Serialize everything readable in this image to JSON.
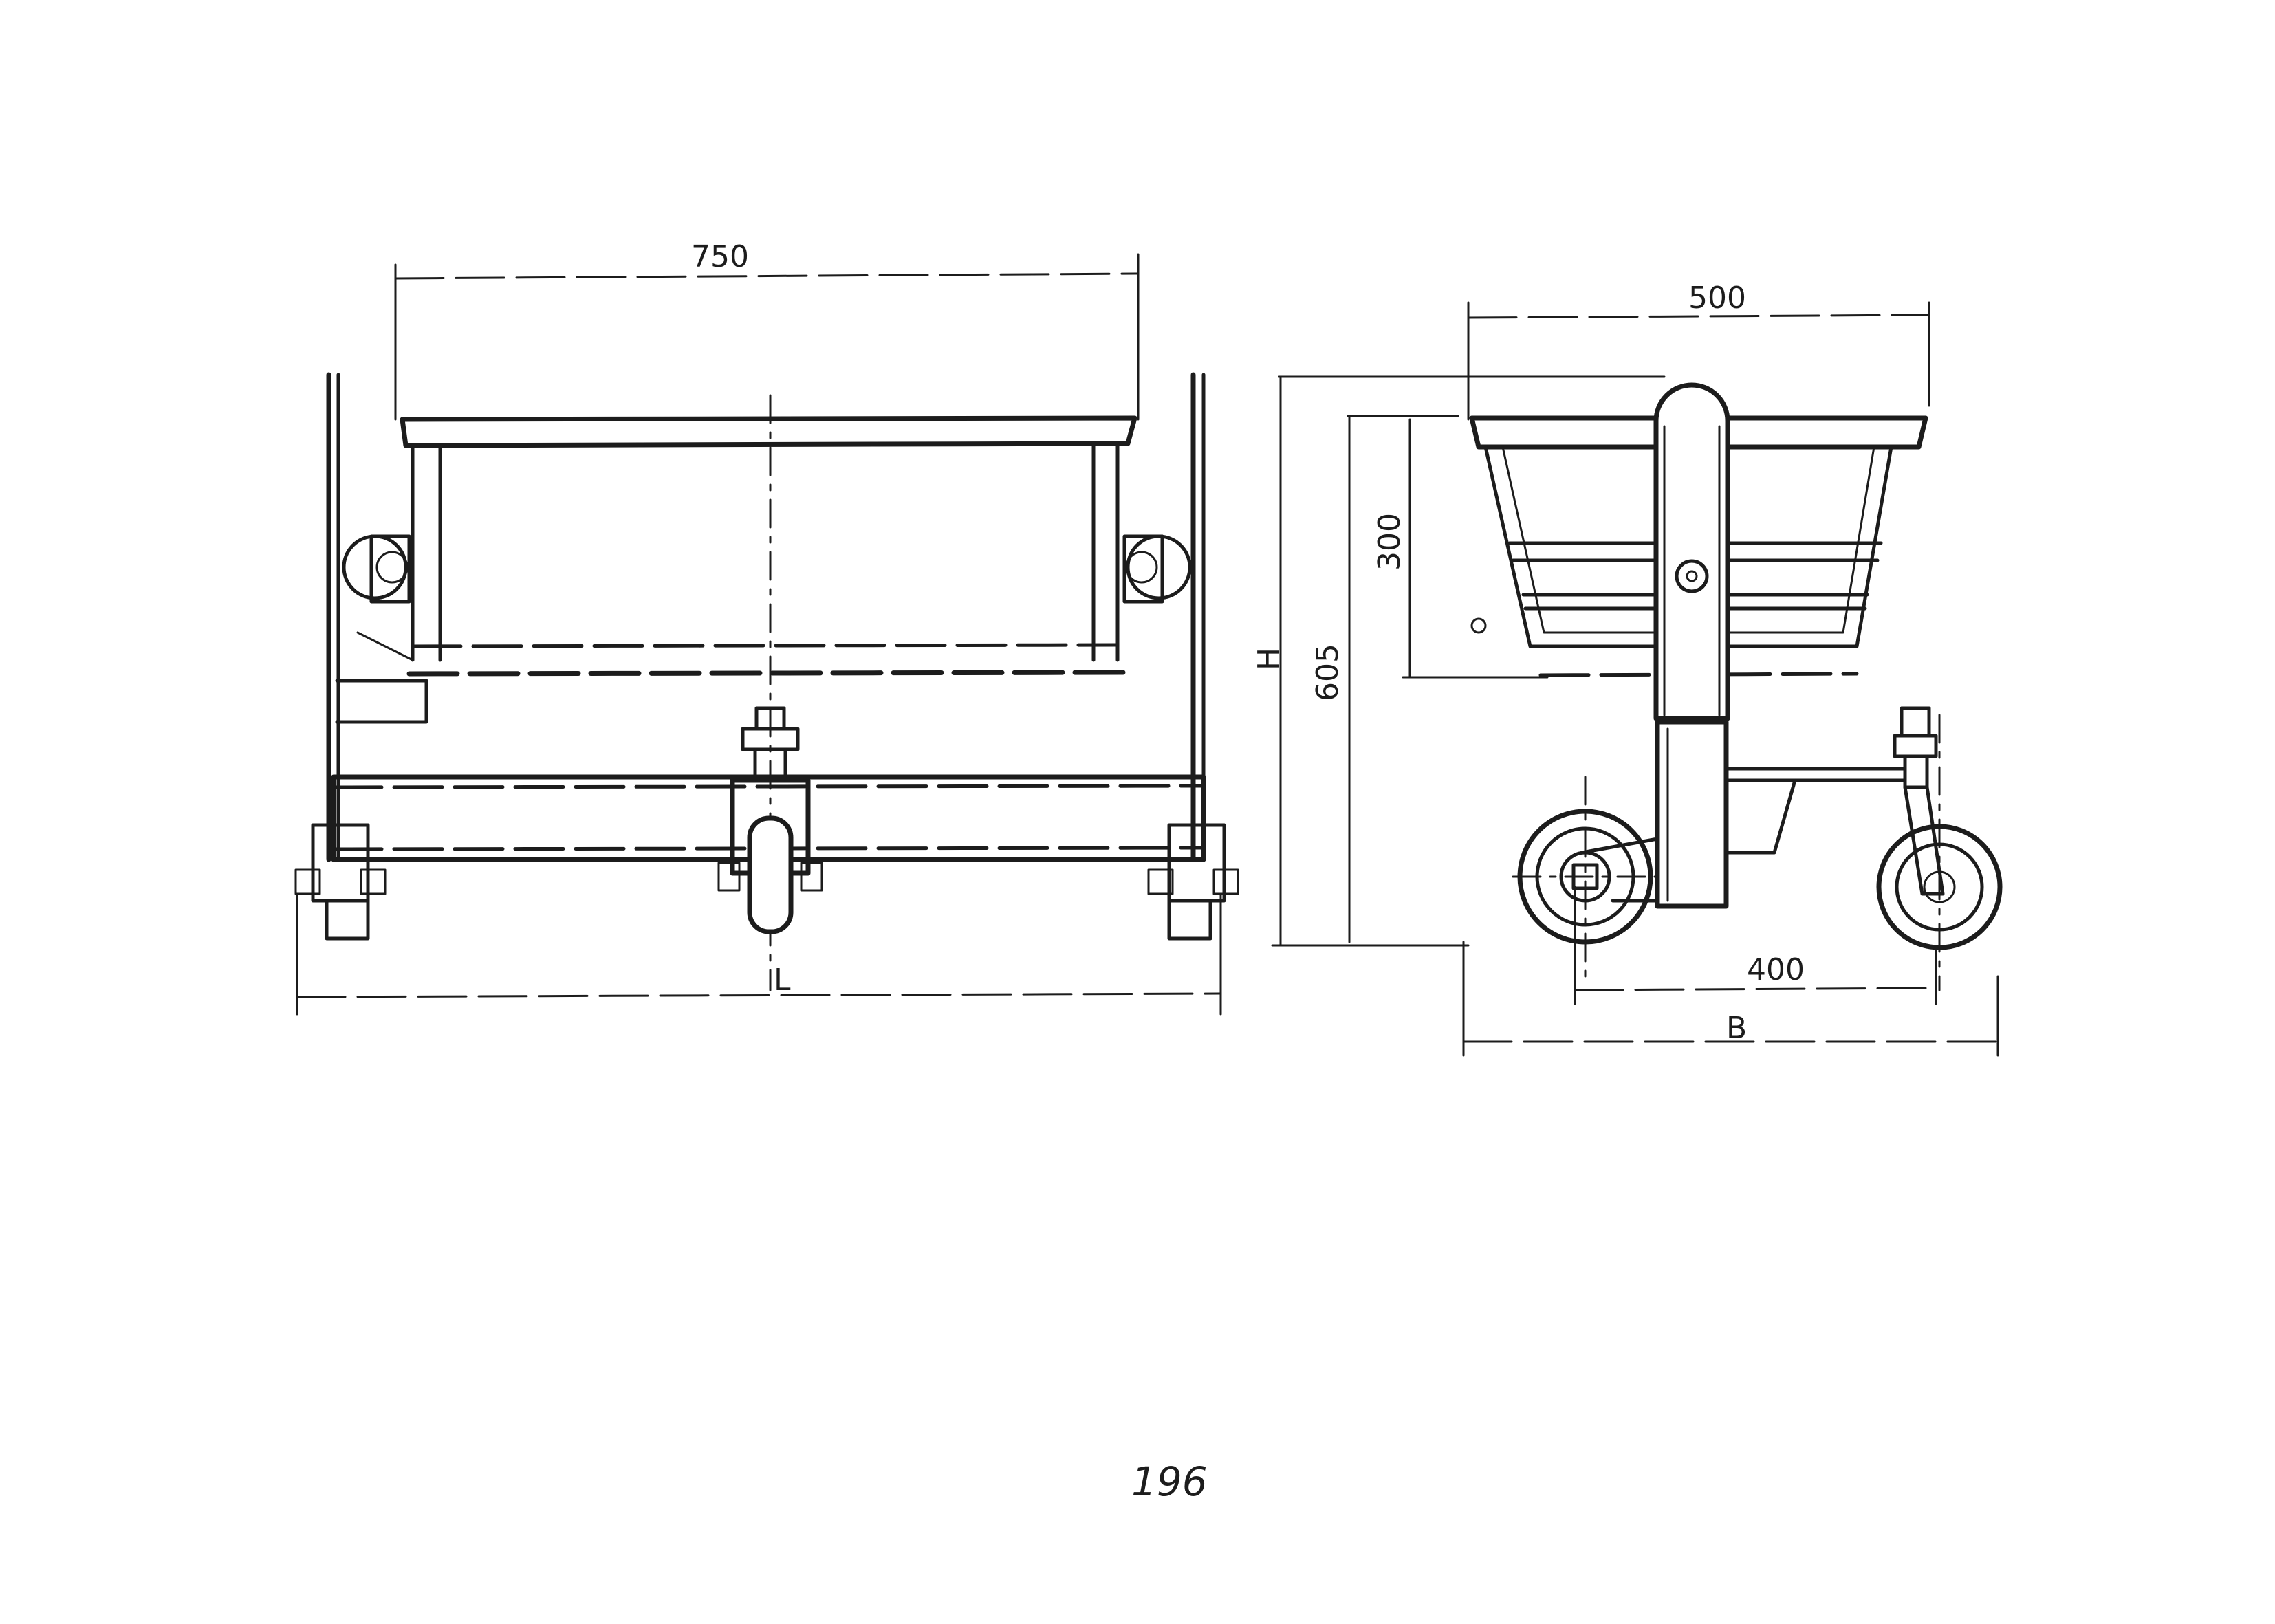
{
  "page_number": "196",
  "front_view": {
    "dim_top": "750",
    "dim_bottom": "L"
  },
  "side_view": {
    "dim_top": "500",
    "dim_height_total": "H",
    "dim_height_605": "605",
    "dim_height_300": "300",
    "dim_wheelbase": "400",
    "dim_width": "B"
  }
}
